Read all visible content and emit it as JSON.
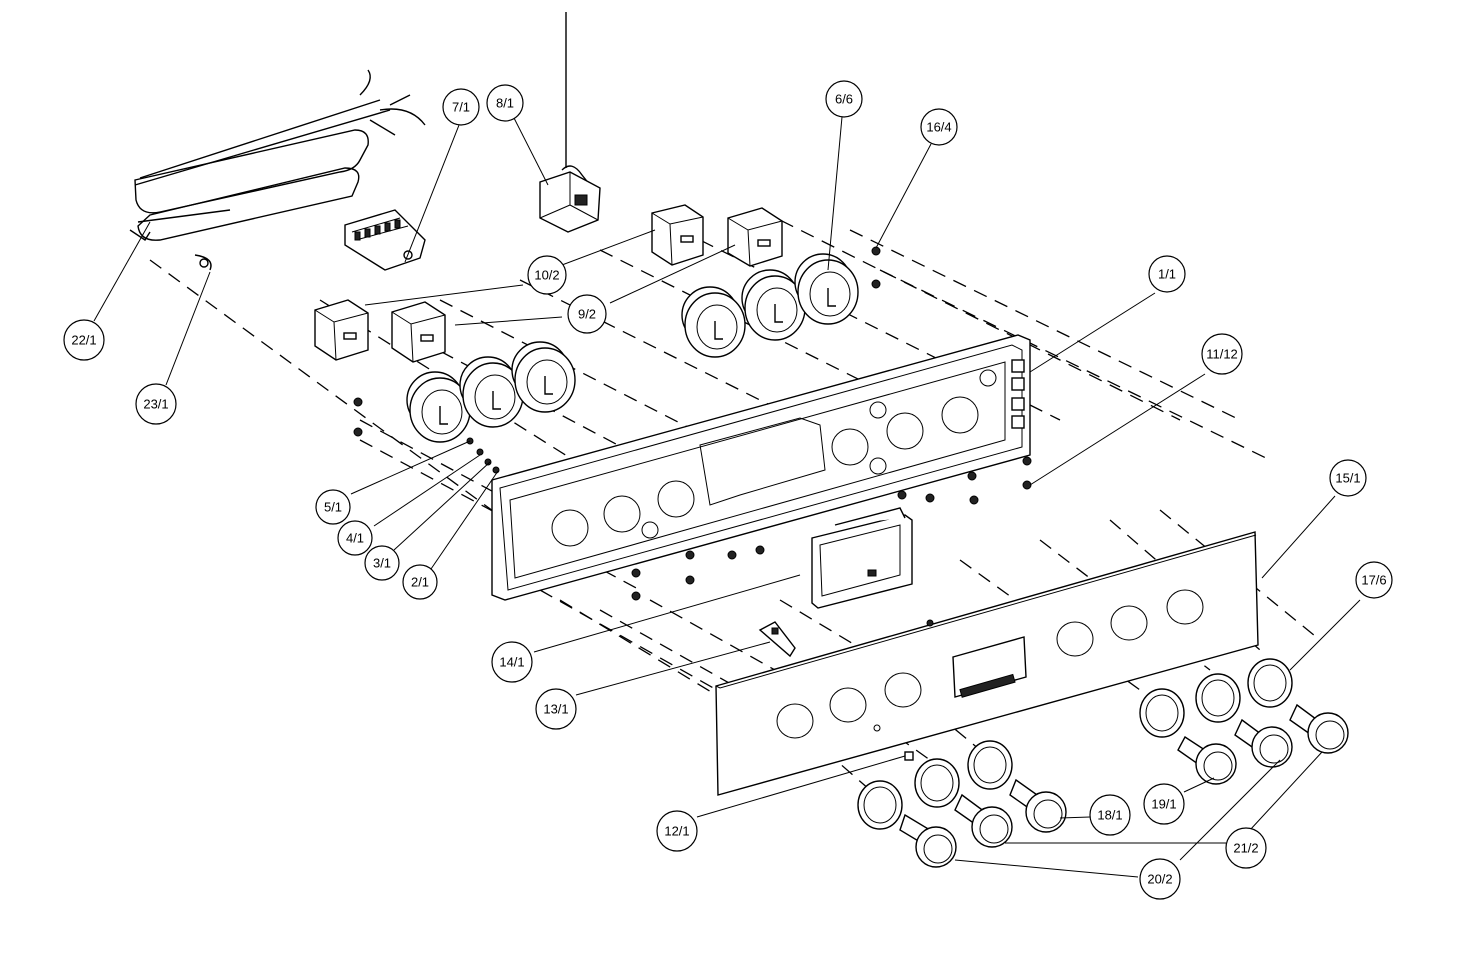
{
  "callouts": [
    {
      "id": "c-7-1",
      "label": "7/1"
    },
    {
      "id": "c-8-1",
      "label": "8/1"
    },
    {
      "id": "c-6-6",
      "label": "6/6"
    },
    {
      "id": "c-16-4",
      "label": "16/4"
    },
    {
      "id": "c-1-1",
      "label": "1/1"
    },
    {
      "id": "c-11-12",
      "label": "11/12"
    },
    {
      "id": "c-15-1",
      "label": "15/1"
    },
    {
      "id": "c-17-6",
      "label": "17/6"
    },
    {
      "id": "c-10-2",
      "label": "10/2"
    },
    {
      "id": "c-9-2",
      "label": "9/2"
    },
    {
      "id": "c-22-1",
      "label": "22/1"
    },
    {
      "id": "c-23-1",
      "label": "23/1"
    },
    {
      "id": "c-5-1",
      "label": "5/1"
    },
    {
      "id": "c-4-1",
      "label": "4/1"
    },
    {
      "id": "c-3-1",
      "label": "3/1"
    },
    {
      "id": "c-2-1",
      "label": "2/1"
    },
    {
      "id": "c-14-1",
      "label": "14/1"
    },
    {
      "id": "c-13-1",
      "label": "13/1"
    },
    {
      "id": "c-12-1",
      "label": "12/1"
    },
    {
      "id": "c-18-1",
      "label": "18/1"
    },
    {
      "id": "c-19-1",
      "label": "19/1"
    },
    {
      "id": "c-20-2",
      "label": "20/2"
    },
    {
      "id": "c-21-2",
      "label": "21/2"
    }
  ]
}
